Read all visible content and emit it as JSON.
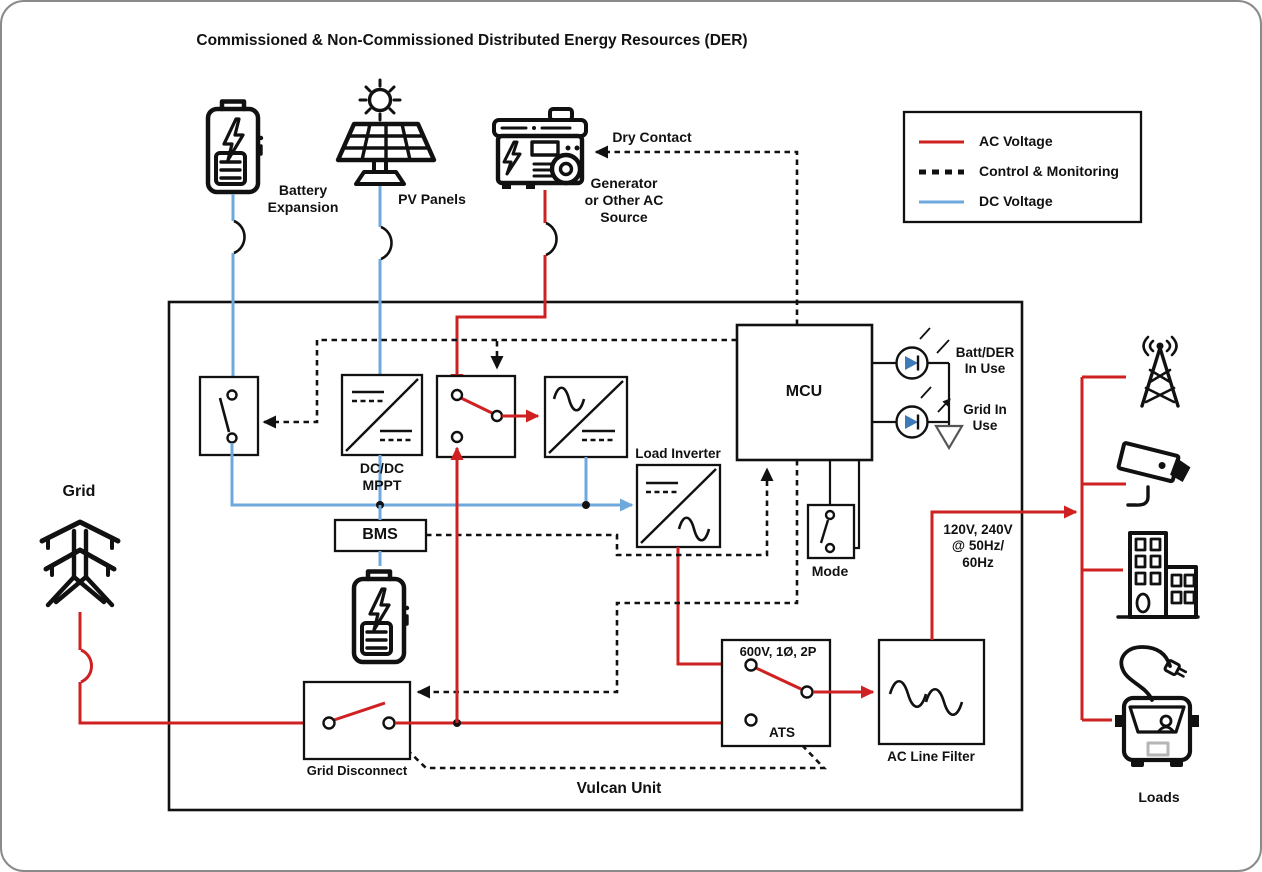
{
  "title": "Commissioned & Non-Commissioned Distributed Energy Resources (DER)",
  "colors": {
    "ac": "#cf2121",
    "dc": "#6fa8dc",
    "ctl": "#111111"
  },
  "legend": {
    "items": [
      {
        "label": "AC Voltage",
        "style": "solid-red"
      },
      {
        "label": "Control & Monitoring",
        "style": "dashed-black"
      },
      {
        "label": "DC Voltage",
        "style": "solid-blue"
      }
    ]
  },
  "sources": {
    "battery_expansion": "Battery\nExpansion",
    "pv_panels": "PV Panels",
    "generator": "Generator\nor Other AC\nSource",
    "dry_contact": "Dry Contact",
    "grid": "Grid"
  },
  "vulcan": {
    "label": "Vulcan Unit",
    "dcdc_mppt": "DC/DC\nMPPT",
    "bms": "BMS",
    "load_inverter": "Load Inverter",
    "mcu": "MCU",
    "mode": "Mode",
    "grid_disconnect": "Grid Disconnect",
    "ats": "ATS",
    "ats_rating": "600V, 1Ø, 2P",
    "ac_line_filter": "AC Line Filter"
  },
  "outputs": {
    "batt_der_in_use": "Batt/DER\nIn Use",
    "grid_in_use": "Grid In\nUse",
    "output_rating": "120V, 240V\n@ 50Hz/\n60Hz",
    "loads": "Loads"
  }
}
